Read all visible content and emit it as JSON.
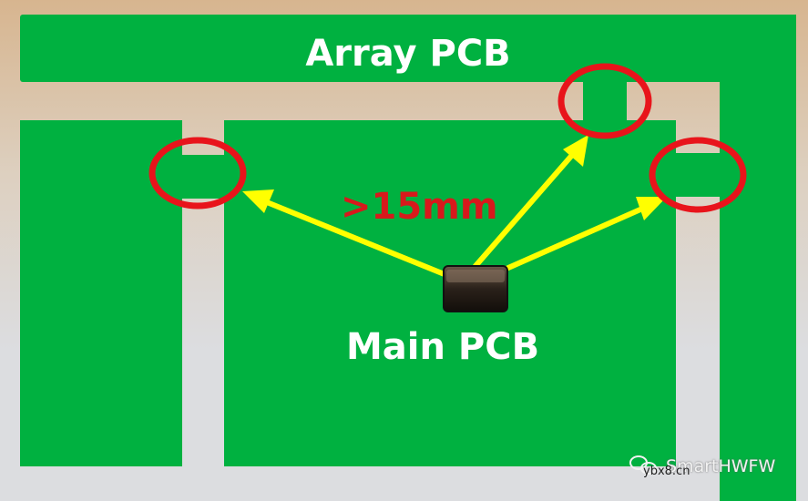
{
  "labels": {
    "array_pcb": "Array PCB",
    "main_pcb": "Main PCB",
    "distance": ">15mm"
  },
  "watermark": {
    "text": "SmartHWFW",
    "site": "ybx8.cn"
  },
  "colors": {
    "board": "#00b140",
    "arrow": "#ffff00",
    "circle": "#e8141b",
    "distance_text": "#d7191c"
  }
}
